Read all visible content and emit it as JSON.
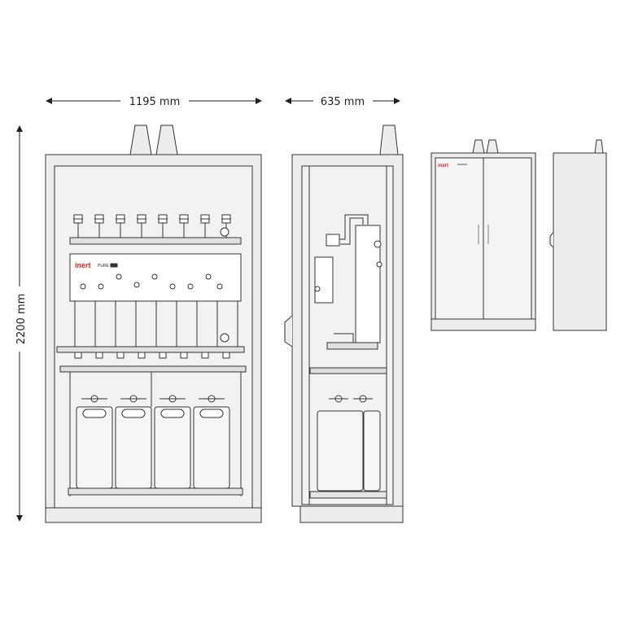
{
  "dimensions": {
    "width_front": "1195 mm",
    "depth_side": "635 mm",
    "height": "2200 mm"
  },
  "brand": {
    "logo_text": "inert",
    "product_label": "PURE"
  },
  "colors": {
    "line": "#333333",
    "panel_fill": "#ececec",
    "brand_red": "#e2231a"
  }
}
